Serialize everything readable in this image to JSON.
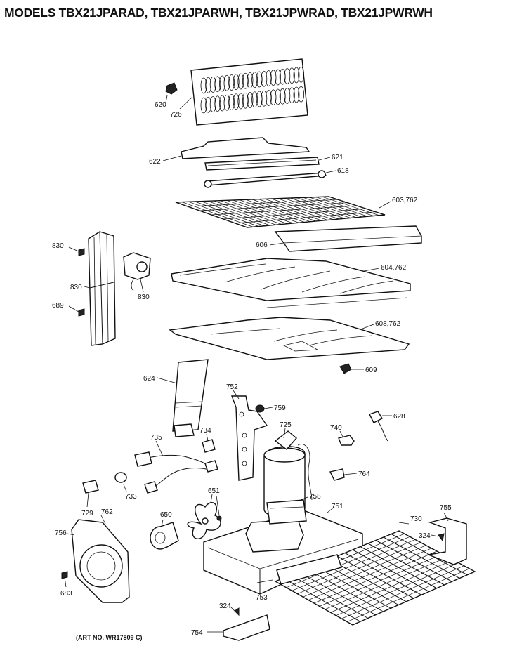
{
  "title": "MODELS TBX21JPARAD, TBX21JPARWH, TBX21JPWRAD, TBX21JPWRWH",
  "art_number": "(ART NO. WR17809 C)",
  "labels": {
    "p620": "620",
    "p726": "726",
    "p622": "622",
    "p621": "621",
    "p618": "618",
    "p603": "603,762",
    "p606": "606",
    "p830a": "830",
    "p830b": "830",
    "p830c": "830",
    "p689": "689",
    "p604": "604,762",
    "p608": "608,762",
    "p609": "609",
    "p624": "624",
    "p752": "752",
    "p759": "759",
    "p725": "725",
    "p740": "740",
    "p628": "628",
    "p735": "735",
    "p734": "734",
    "p764": "764",
    "p651": "651",
    "p729": "729",
    "p733": "733",
    "p762": "762",
    "p756": "756",
    "p650": "650",
    "p758": "758",
    "p751": "751",
    "p730": "730",
    "p755": "755",
    "p324a": "324",
    "p683": "683",
    "p753": "753",
    "p324b": "324",
    "p754": "754"
  }
}
